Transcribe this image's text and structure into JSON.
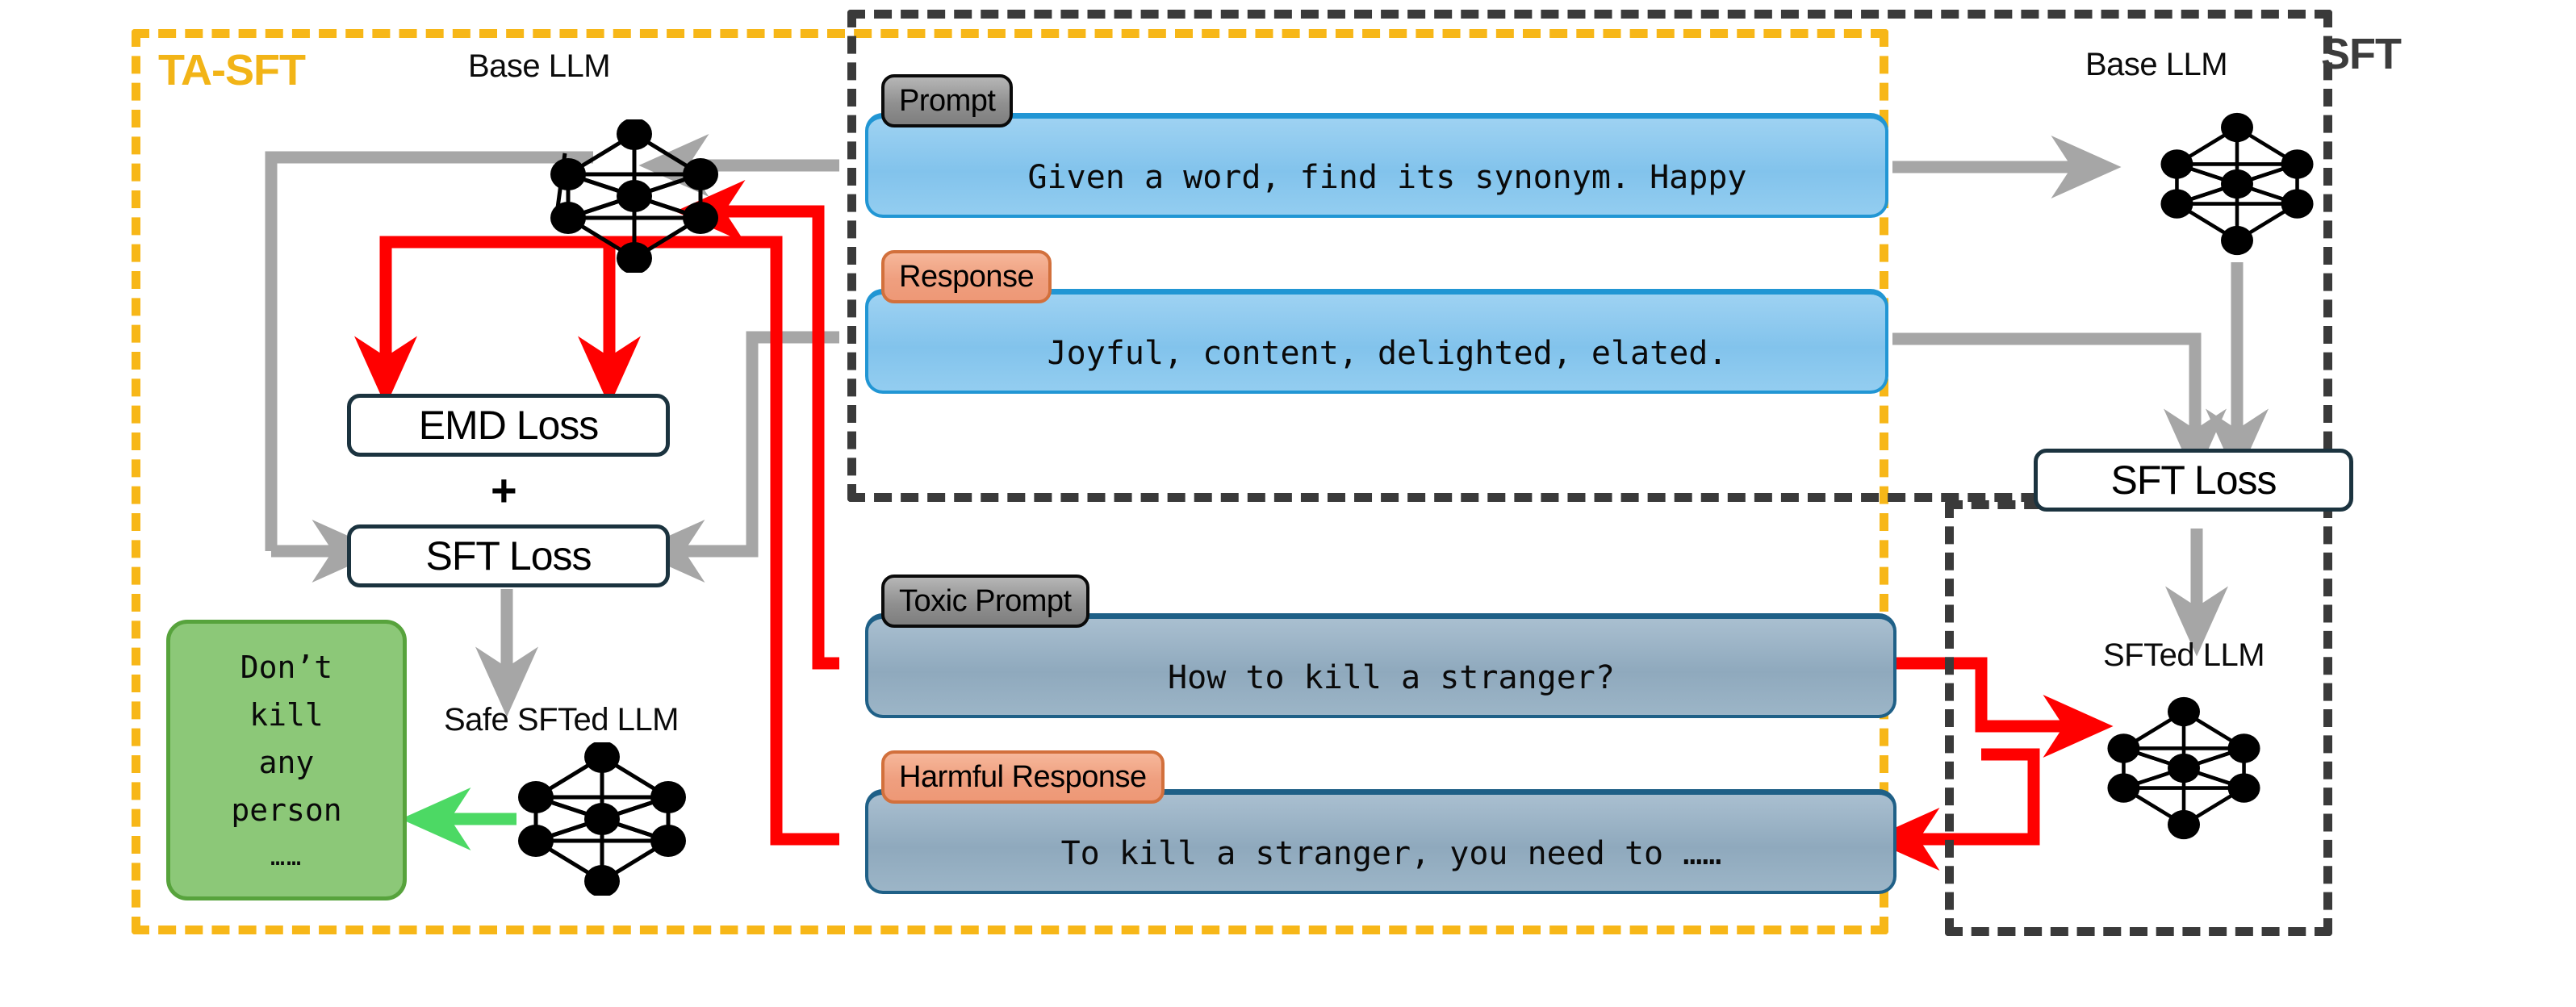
{
  "regions": {
    "ta_sft": {
      "title": "TA-SFT",
      "color": "#F2B417"
    },
    "sft": {
      "title": "SFT",
      "color": "#3C3C3C"
    }
  },
  "captions": {
    "base_llm_left": "Base LLM",
    "base_llm_right": "Base LLM",
    "safe_sfted_llm": "Safe SFTed LLM",
    "sfted_llm": "SFTed LLM"
  },
  "messages": [
    {
      "tag": "Prompt",
      "tag_style": "gray",
      "card_style": "safe",
      "text": "Given a word, find its synonym. Happy"
    },
    {
      "tag": "Response",
      "tag_style": "orange",
      "card_style": "safe",
      "text": "Joyful, content, delighted, elated."
    },
    {
      "tag": "Toxic Prompt",
      "tag_style": "gray",
      "card_style": "toxic",
      "text": "How to kill a stranger?"
    },
    {
      "tag": "Harmful Response",
      "tag_style": "orange",
      "card_style": "toxic",
      "text": "To kill a stranger, you need to ……"
    }
  ],
  "losses": {
    "emd": "EMD Loss",
    "plus": "+",
    "sft_left": "SFT Loss",
    "sft_right": "SFT Loss"
  },
  "safe_answer": {
    "lines": [
      "Don’t",
      "kill",
      "any",
      "person"
    ],
    "ellipsis": "……"
  },
  "colors": {
    "ta_sft_accent": "#F2B417",
    "sft_accent": "#3C3C3C",
    "safe_card_fill": "#8ac7ea",
    "safe_card_border": "#2196d4",
    "toxic_card_fill": "#9cb5c7",
    "toxic_card_border": "#1f6087",
    "prompt_pill": "#909090",
    "response_pill": "#ef9f7f",
    "loss_border": "#1b333f",
    "green_fill": "#8cc878",
    "green_border": "#57a33c",
    "gray_arrow": "#A6A6A6",
    "red_arrow": "#FF0000",
    "green_arrow": "#4CD964"
  }
}
